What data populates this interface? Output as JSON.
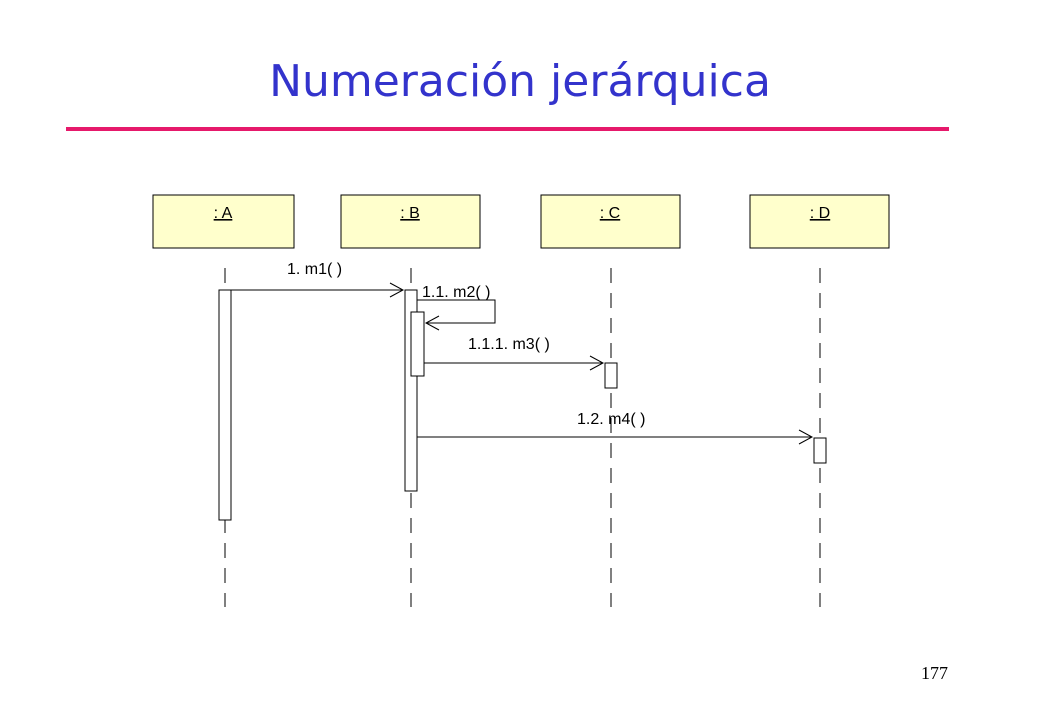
{
  "slide": {
    "title": "Numeración jerárquica",
    "page_number": "177",
    "title_color": "#3333cc",
    "rule_color": "#e6196b"
  },
  "diagram": {
    "type": "sequence-diagram",
    "objects": [
      {
        "id": "A",
        "label": " : A"
      },
      {
        "id": "B",
        "label": " : B"
      },
      {
        "id": "C",
        "label": " : C"
      },
      {
        "id": "D",
        "label": " : D"
      }
    ],
    "messages": [
      {
        "from": "A",
        "to": "B",
        "label": "1. m1( )"
      },
      {
        "from": "B",
        "to": "B",
        "label": "1.1. m2( )"
      },
      {
        "from": "B",
        "to": "C",
        "label": "1.1.1. m3( )"
      },
      {
        "from": "B",
        "to": "D",
        "label": "1.2. m4( )"
      }
    ],
    "box_fill": "#ffffcc"
  }
}
